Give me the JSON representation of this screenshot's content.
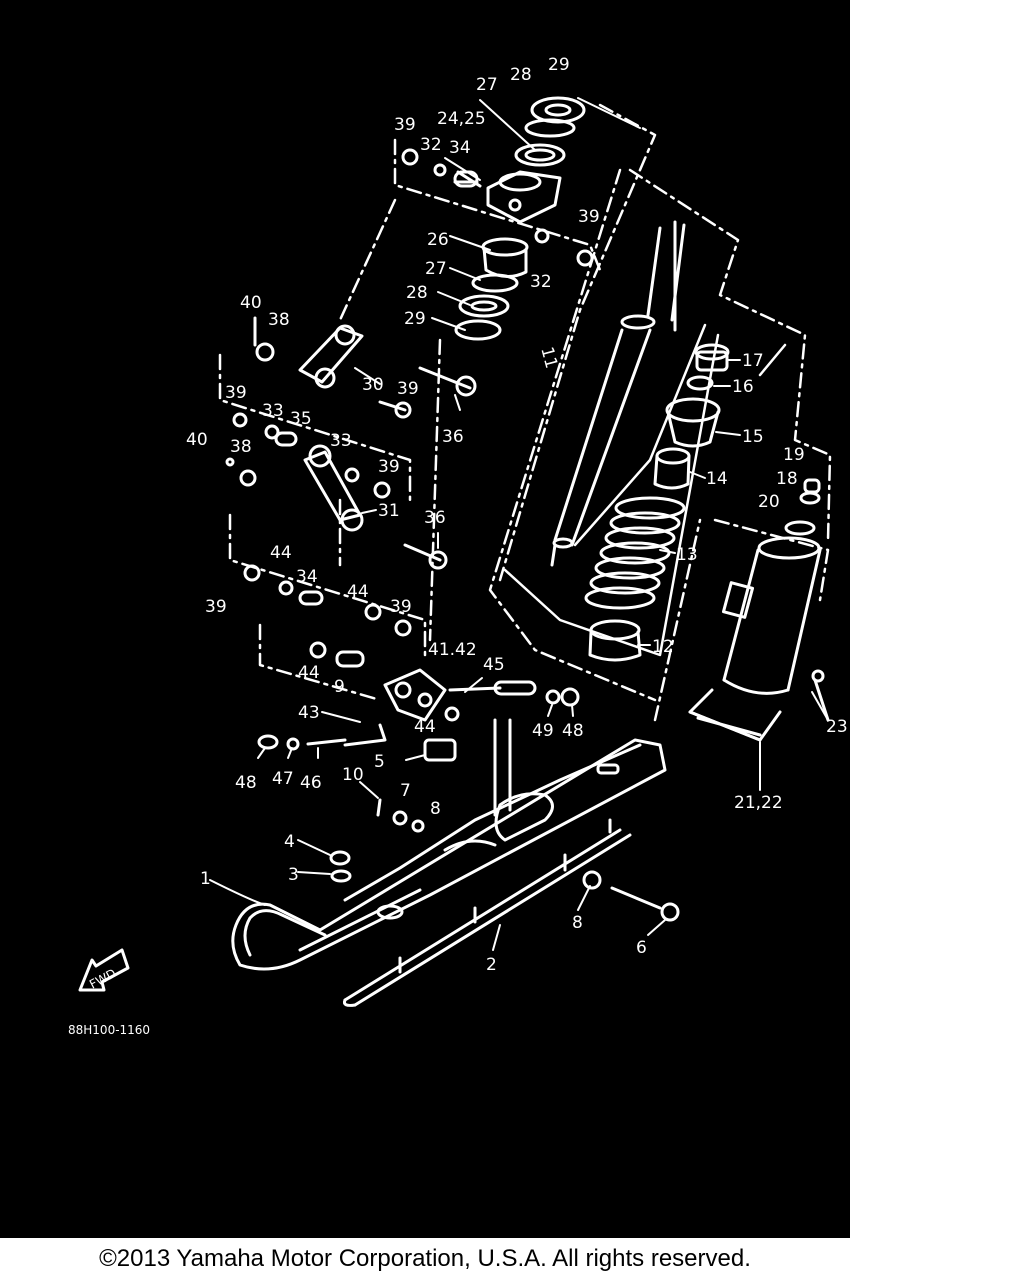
{
  "diagram": {
    "drawing_number": "88H100-1160",
    "fwd_label": "FWD",
    "callouts": [
      {
        "id": "29a",
        "text": "29"
      },
      {
        "id": "28a",
        "text": "28"
      },
      {
        "id": "27a",
        "text": "27"
      },
      {
        "id": "2425",
        "text": "24,25"
      },
      {
        "id": "39a",
        "text": "39"
      },
      {
        "id": "32a",
        "text": "32"
      },
      {
        "id": "34a",
        "text": "34"
      },
      {
        "id": "39b",
        "text": "39"
      },
      {
        "id": "32b",
        "text": "32"
      },
      {
        "id": "26",
        "text": "26"
      },
      {
        "id": "27b",
        "text": "27"
      },
      {
        "id": "28b",
        "text": "28"
      },
      {
        "id": "29b",
        "text": "29"
      },
      {
        "id": "11",
        "text": "11"
      },
      {
        "id": "40a",
        "text": "40"
      },
      {
        "id": "38a",
        "text": "38"
      },
      {
        "id": "30",
        "text": "30"
      },
      {
        "id": "39c",
        "text": "39"
      },
      {
        "id": "39d",
        "text": "39"
      },
      {
        "id": "33a",
        "text": "33"
      },
      {
        "id": "35",
        "text": "35"
      },
      {
        "id": "36a",
        "text": "36"
      },
      {
        "id": "40b",
        "text": "40"
      },
      {
        "id": "38b",
        "text": "38"
      },
      {
        "id": "33b",
        "text": "33"
      },
      {
        "id": "39e",
        "text": "39"
      },
      {
        "id": "31",
        "text": "31"
      },
      {
        "id": "36b",
        "text": "36"
      },
      {
        "id": "44a",
        "text": "44"
      },
      {
        "id": "34b",
        "text": "34"
      },
      {
        "id": "39f",
        "text": "39"
      },
      {
        "id": "44b",
        "text": "44"
      },
      {
        "id": "39g",
        "text": "39"
      },
      {
        "id": "4142",
        "text": "41.42"
      },
      {
        "id": "44c",
        "text": "44"
      },
      {
        "id": "9",
        "text": "9"
      },
      {
        "id": "45",
        "text": "45"
      },
      {
        "id": "43",
        "text": "43"
      },
      {
        "id": "44d",
        "text": "44"
      },
      {
        "id": "49",
        "text": "49"
      },
      {
        "id": "48a",
        "text": "48"
      },
      {
        "id": "5",
        "text": "5"
      },
      {
        "id": "48b",
        "text": "48"
      },
      {
        "id": "47",
        "text": "47"
      },
      {
        "id": "46",
        "text": "46"
      },
      {
        "id": "10",
        "text": "10"
      },
      {
        "id": "7",
        "text": "7"
      },
      {
        "id": "8a",
        "text": "8"
      },
      {
        "id": "4",
        "text": "4"
      },
      {
        "id": "3",
        "text": "3"
      },
      {
        "id": "1",
        "text": "1"
      },
      {
        "id": "8b",
        "text": "8"
      },
      {
        "id": "6",
        "text": "6"
      },
      {
        "id": "2",
        "text": "2"
      },
      {
        "id": "17",
        "text": "17"
      },
      {
        "id": "16",
        "text": "16"
      },
      {
        "id": "15",
        "text": "15"
      },
      {
        "id": "14",
        "text": "14"
      },
      {
        "id": "13",
        "text": "13"
      },
      {
        "id": "12",
        "text": "12"
      },
      {
        "id": "19",
        "text": "19"
      },
      {
        "id": "18",
        "text": "18"
      },
      {
        "id": "20",
        "text": "20"
      },
      {
        "id": "23",
        "text": "23"
      },
      {
        "id": "2122",
        "text": "21,22"
      }
    ]
  },
  "footer": {
    "copyright": "©2013 Yamaha Motor Corporation, U.S.A. All rights reserved."
  },
  "colors": {
    "panel_background": "#000000",
    "line_art": "#ffffff",
    "page_background": "#ffffff",
    "footer_text": "#000000"
  }
}
